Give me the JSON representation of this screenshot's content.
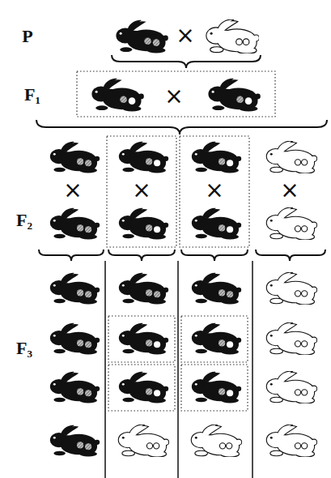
{
  "diagram": {
    "labels": [
      "P",
      "F₁",
      "F₂",
      "F₃",
      "×",
      "×",
      "×",
      "×",
      "×",
      "×"
    ]
  }
}
